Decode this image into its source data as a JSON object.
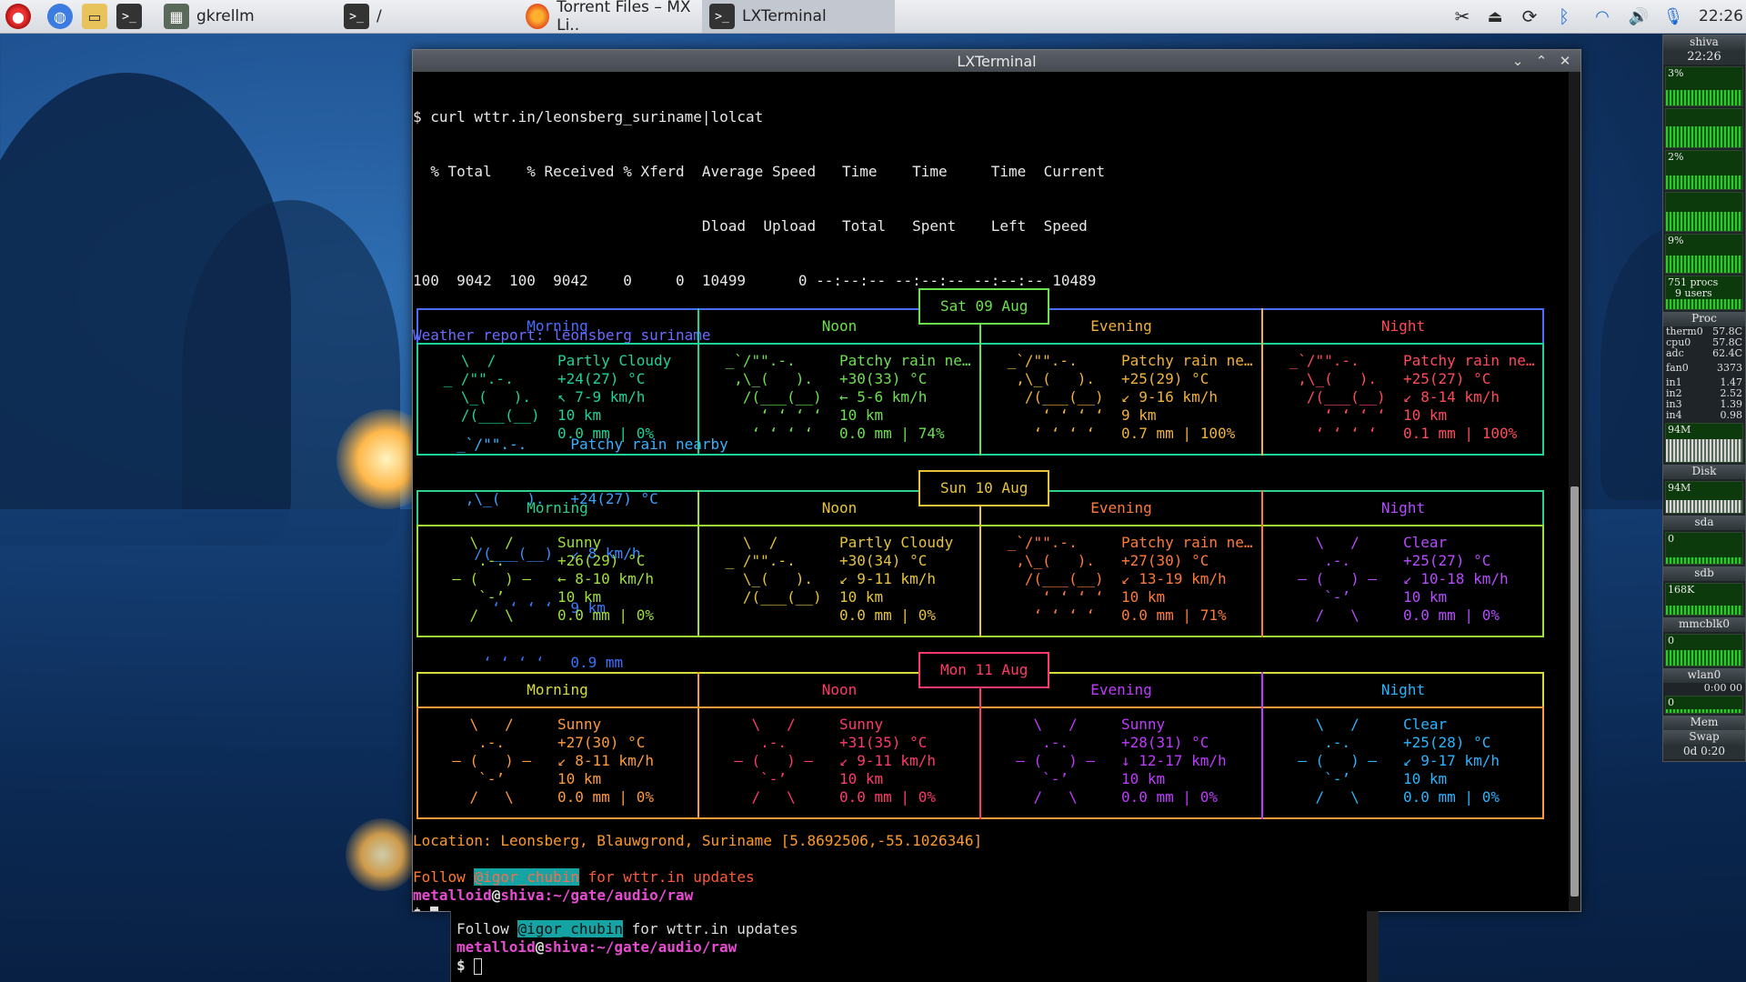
{
  "panel": {
    "tasks": [
      {
        "label": "gkrellm",
        "icon": "gkrellm-icon"
      },
      {
        "label": "/",
        "icon": "terminal-icon"
      },
      {
        "label": "Torrent Files – MX Li..",
        "icon": "firefox-icon"
      },
      {
        "label": "LXTerminal",
        "icon": "terminal-icon"
      }
    ],
    "clock": "22:26"
  },
  "terminal": {
    "title": "LXTerminal",
    "lines": [
      "$ curl wttr.in/leonsberg_suriname|lolcat",
      "  % Total    % Received % Xferd  Average Speed   Time    Time     Time  Current",
      "                                 Dload  Upload   Total   Spent    Left  Speed",
      "100  9042  100  9042    0     0  10499      0 --:--:-- --:--:-- --:--:-- 10489",
      "Weather report: leonsberg_suriname",
      "",
      "     _`/\"\".-.     Patchy rain nearby",
      "      ,\\_(   ).   +24(27) °C",
      "       /(___(__)  ↙ 8 km/h",
      "         ‘ ‘ ‘ ‘  9 km",
      "        ‘ ‘ ‘ ‘   0.9 mm"
    ],
    "location": "Location: Leonsberg, Blauwgrond, Suriname [5.8692506,-55.1026346]",
    "follow_prefix": "Follow ",
    "follow_handle": "@igor_chubin",
    "follow_suffix": " for wttr.in updates",
    "prompt_user": "metalloid",
    "prompt_at": "@",
    "prompt_host": "shiva",
    "prompt_path": ":~/gate/audio/raw",
    "prompt_symbol": "$ "
  },
  "periods": [
    "Morning",
    "Noon",
    "Evening",
    "Night"
  ],
  "days": [
    {
      "date": "Sat 09 Aug",
      "cells": [
        {
          "art": "   \\  /\n _ /\"\".-.\n   \\_(   ).\n   /(___(__)\n",
          "cond": "Partly Cloudy",
          "temp": "+24(27) °C",
          "wind": "↖ 7-9 km/h",
          "vis": "10 km",
          "rain": "0.0 mm | 0%"
        },
        {
          "art": " _`/\"\".-.\n  ,\\_(   ).\n   /(___(__)\n     ‘ ‘ ‘ ‘\n    ‘ ‘ ‘ ‘",
          "cond": "Patchy rain ne…",
          "temp": "+30(33) °C",
          "wind": "← 5-6 km/h",
          "vis": "10 km",
          "rain": "0.0 mm | 74%"
        },
        {
          "art": " _`/\"\".-.\n  ,\\_(   ).\n   /(___(__)\n     ‘ ‘ ‘ ‘\n    ‘ ‘ ‘ ‘",
          "cond": "Patchy rain ne…",
          "temp": "+25(29) °C",
          "wind": "↙ 9-16 km/h",
          "vis": "9 km",
          "rain": "0.7 mm | 100%"
        },
        {
          "art": " _`/\"\".-.\n  ,\\_(   ).\n   /(___(__)\n     ‘ ‘ ‘ ‘\n    ‘ ‘ ‘ ‘",
          "cond": "Patchy rain ne…",
          "temp": "+25(27) °C",
          "wind": "↙ 8-14 km/h",
          "vis": "10 km",
          "rain": "0.1 mm | 100%"
        }
      ]
    },
    {
      "date": "Sun 10 Aug",
      "cells": [
        {
          "art": "    \\   /\n     .-.\n  ― (   ) ―\n     `-’\n    /   \\",
          "cond": "Sunny",
          "temp": "+26(29) °C",
          "wind": "← 8-10 km/h",
          "vis": "10 km",
          "rain": "0.0 mm | 0%"
        },
        {
          "art": "   \\  /\n _ /\"\".-.\n   \\_(   ).\n   /(___(__)\n",
          "cond": "Partly Cloudy",
          "temp": "+30(34) °C",
          "wind": "↙ 9-11 km/h",
          "vis": "10 km",
          "rain": "0.0 mm | 0%"
        },
        {
          "art": " _`/\"\".-.\n  ,\\_(   ).\n   /(___(__)\n     ‘ ‘ ‘ ‘\n    ‘ ‘ ‘ ‘",
          "cond": "Patchy rain ne…",
          "temp": "+27(30) °C",
          "wind": "↙ 13-19 km/h",
          "vis": "10 km",
          "rain": "0.0 mm | 71%"
        },
        {
          "art": "    \\   /\n     .-.\n  ― (   ) ―\n     `-’\n    /   \\",
          "cond": "Clear",
          "temp": "+25(27) °C",
          "wind": "↙ 10-18 km/h",
          "vis": "10 km",
          "rain": "0.0 mm | 0%"
        }
      ]
    },
    {
      "date": "Mon 11 Aug",
      "cells": [
        {
          "art": "    \\   /\n     .-.\n  ― (   ) ―\n     `-’\n    /   \\",
          "cond": "Sunny",
          "temp": "+27(30) °C",
          "wind": "↙ 8-11 km/h",
          "vis": "10 km",
          "rain": "0.0 mm | 0%"
        },
        {
          "art": "    \\   /\n     .-.\n  ― (   ) ―\n     `-’\n    /   \\",
          "cond": "Sunny",
          "temp": "+31(35) °C",
          "wind": "↙ 9-11 km/h",
          "vis": "10 km",
          "rain": "0.0 mm | 0%"
        },
        {
          "art": "    \\   /\n     .-.\n  ― (   ) ―\n     `-’\n    /   \\",
          "cond": "Sunny",
          "temp": "+28(31) °C",
          "wind": "↓ 12-17 km/h",
          "vis": "10 km",
          "rain": "0.0 mm | 0%"
        },
        {
          "art": "    \\   /\n     .-.\n  ― (   ) ―\n     `-’\n    /   \\",
          "cond": "Clear",
          "temp": "+25(28) °C",
          "wind": "↙ 9-17 km/h",
          "vis": "10 km",
          "rain": "0.0 mm | 0%"
        }
      ]
    }
  ],
  "gkrellm": {
    "host": "shiva",
    "time": "22:26",
    "cpu_labels": [
      "3%",
      "",
      "2%",
      "",
      "9%"
    ],
    "procs": "751 procs",
    "users": "9 users",
    "proc_label": "Proc",
    "sensors": [
      [
        "therm0",
        "57.8C"
      ],
      [
        "cpu0",
        "57.8C"
      ],
      [
        "adc",
        "62.4C"
      ],
      [
        "fan0",
        "3373"
      ]
    ],
    "volts": [
      [
        "in1",
        "1.47"
      ],
      [
        "in2",
        "2.52"
      ],
      [
        "in3",
        "1.39"
      ],
      [
        "in4",
        "0.98"
      ]
    ],
    "disk_label": "Disk",
    "disk_top": "94M",
    "disk_val": "94M",
    "sda": "sda",
    "sda_val": "0",
    "sdb": "sdb",
    "sdb_val": "168K",
    "mmc": "mmcblk0",
    "mmc_val": "0",
    "wlan": "wlan0",
    "wlan_time": "0:00 00",
    "wlan_val": "0",
    "mem": "Mem",
    "swap": "Swap",
    "uptime": "0d 0:20"
  },
  "term2": {
    "follow_prefix": "Follow ",
    "follow_handle": "@igor_chubin",
    "follow_suffix": " for wttr.in updates"
  },
  "colors": {
    "day1_header": [
      "#4a6cff",
      "#1fd29a",
      "#6de04e",
      "#f0b23a",
      "#ff4a5a"
    ],
    "day2_header": [
      "#2fd08a",
      "#9fe03a",
      "#e7c43a",
      "#ff7a3a",
      "#b64cff"
    ],
    "day3_header": [
      "#d6dc3c",
      "#ff9a3a",
      "#ff3a6a",
      "#c03aff",
      "#2ab4ff"
    ]
  }
}
